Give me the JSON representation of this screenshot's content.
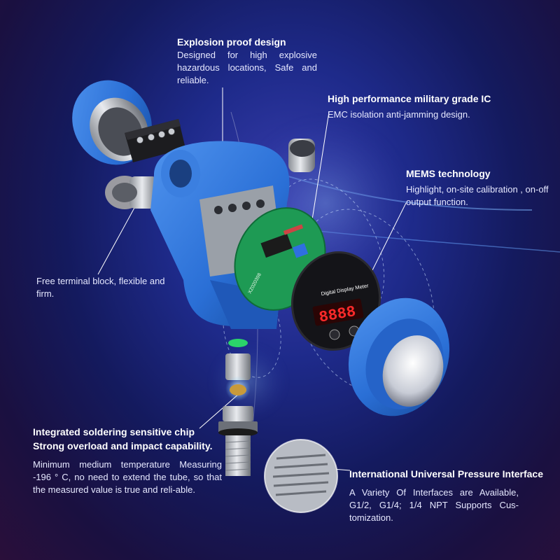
{
  "features": {
    "explosion": {
      "title": "Explosion proof design",
      "body": "Designed for high explosive hazardous locations, Safe and reliable."
    },
    "military": {
      "title": "High performance military grade IC",
      "body": "EMC isolation anti-jamming design."
    },
    "mems": {
      "title": "MEMS technology",
      "body": "Highlight, on-site calibration , on-off output function."
    },
    "terminal": {
      "body": "Free terminal block, flexible and firm."
    },
    "chip": {
      "title1": "Integrated soldering sensitive chip",
      "title2": "Strong overload and impact capability.",
      "body": "Minimum medium temperature Measuring -196 ° C, no need to extend the tube, so that the measured value is true and reli-able."
    },
    "interface": {
      "title": "International Universal Pressure Interface",
      "body": "A Variety Of Interfaces are Available, G1/2, G1/4; 1/4 NPT Supports Cus-tomization."
    }
  },
  "product": {
    "meter_label": "Digital Display Meter",
    "display_value": "8888",
    "board_code": "XZ020398"
  },
  "colors": {
    "accent_blue": "#2a6fd6",
    "background": "#1a1f6e",
    "display_red": "#ff2a2a"
  }
}
